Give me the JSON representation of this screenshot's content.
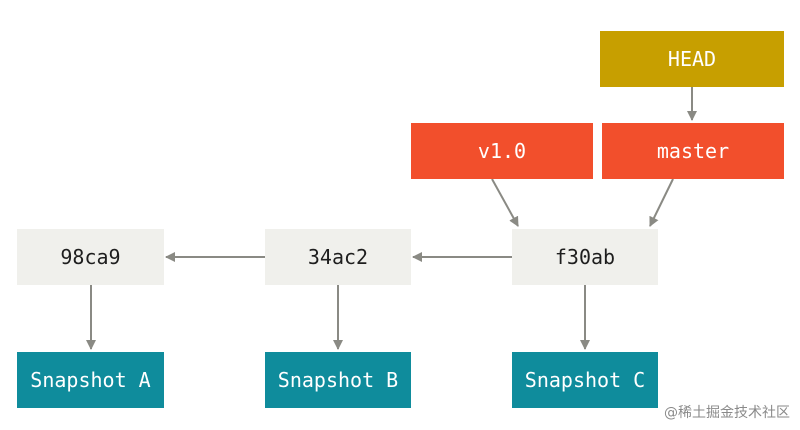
{
  "head": {
    "label": "HEAD",
    "color": "#c79f00"
  },
  "branches": {
    "tag": {
      "label": "v1.0",
      "color": "#f24f2c"
    },
    "master": {
      "label": "master",
      "color": "#f24f2c"
    }
  },
  "commits": [
    {
      "id": "98ca9",
      "snapshot": "Snapshot A"
    },
    {
      "id": "34ac2",
      "snapshot": "Snapshot B"
    },
    {
      "id": "f30ab",
      "snapshot": "Snapshot C"
    }
  ],
  "colors": {
    "commit": "#f0f0ec",
    "snapshot": "#0f8c9c",
    "arrow": "#8a8a84"
  },
  "watermark": "@稀土掘金技术社区"
}
